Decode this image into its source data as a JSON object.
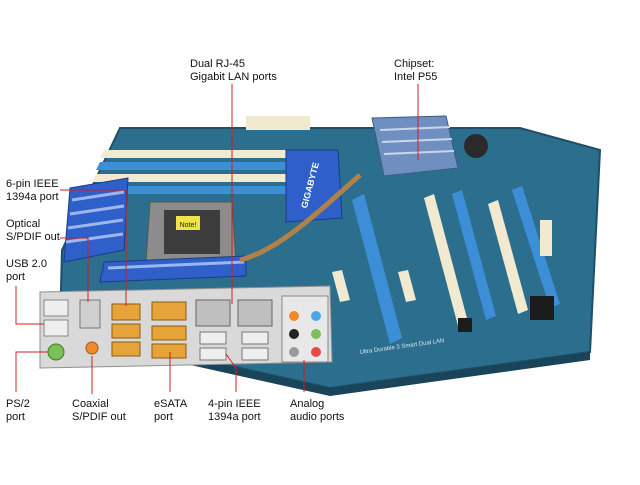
{
  "callouts": {
    "dual_lan": {
      "line1": "Dual RJ-45",
      "line2": "Gigabit LAN ports"
    },
    "chipset": {
      "line1": "Chipset:",
      "line2": "Intel P55"
    },
    "ieee6": {
      "line1": "6-pin IEEE",
      "line2": "1394a port"
    },
    "optical": {
      "line1": "Optical",
      "line2": "S/PDIF out"
    },
    "usb": {
      "line1": "USB 2.0",
      "line2": "port"
    },
    "ps2": {
      "line1": "PS/2",
      "line2": "port"
    },
    "coaxial": {
      "line1": "Coaxial",
      "line2": "S/PDIF out"
    },
    "esata": {
      "line1": "eSATA",
      "line2": "port"
    },
    "ieee4": {
      "line1": "4-pin IEEE",
      "line2": "1394a port"
    },
    "audio": {
      "line1": "Analog",
      "line2": "audio ports"
    }
  },
  "board": {
    "brand_mark": "GIGABYTE",
    "cpu_label": "Note!",
    "pcb_text": "Ultra Durable 3 Smart Dual LAN"
  },
  "colors": {
    "pcb": "#2b6e8e",
    "heatsink_blue": "#2f5fc8",
    "slot_cream": "#f2ead0",
    "slot_blue": "#3c8fd6",
    "callout_line": "#d11f1f"
  }
}
